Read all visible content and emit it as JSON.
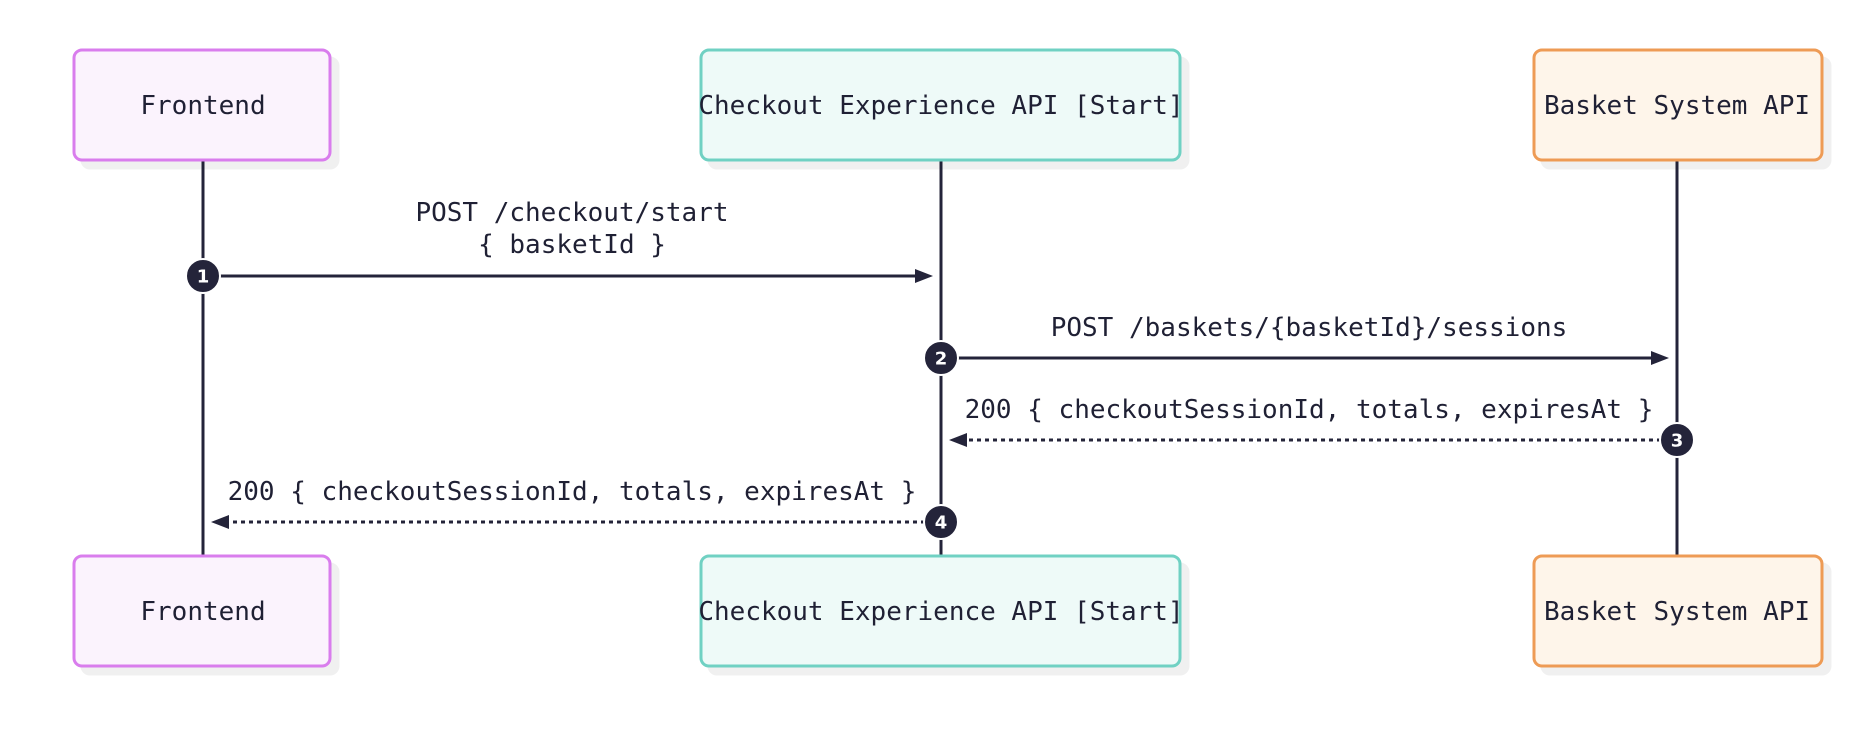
{
  "colors": {
    "line": "#24243a",
    "text": "#1f2034",
    "marker": "#24243a"
  },
  "participants": [
    {
      "id": "frontend",
      "label": "Frontend",
      "border": "#d97ded",
      "fill": "#fbf3fd"
    },
    {
      "id": "checkout",
      "label": "Checkout Experience API [Start]",
      "border": "#6fd1c3",
      "fill": "#eefaf8"
    },
    {
      "id": "basket",
      "label": "Basket System API",
      "border": "#ee9b55",
      "fill": "#fef5ea"
    }
  ],
  "messages": [
    {
      "number": "1",
      "from": "frontend",
      "to": "checkout",
      "style": "solid",
      "lines": [
        "POST /checkout/start",
        "{ basketId }"
      ]
    },
    {
      "number": "2",
      "from": "checkout",
      "to": "basket",
      "style": "solid",
      "lines": [
        "POST /baskets/{basketId}/sessions"
      ]
    },
    {
      "number": "3",
      "from": "basket",
      "to": "checkout",
      "style": "dashed",
      "lines": [
        "200 { checkoutSessionId, totals, expiresAt }"
      ]
    },
    {
      "number": "4",
      "from": "checkout",
      "to": "frontend",
      "style": "dashed",
      "lines": [
        "200 { checkoutSessionId, totals, expiresAt }"
      ]
    }
  ]
}
